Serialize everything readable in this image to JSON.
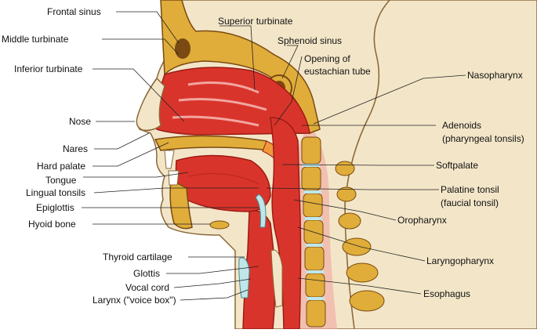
{
  "diagram": {
    "colors": {
      "skin": "#f3e6c8",
      "skin_edge": "#8a6a3a",
      "bone": "#e0ad3a",
      "bone_dark": "#7a4a12",
      "tissue": "#d9342b",
      "tissue_dark": "#9b1c16",
      "mucosa": "#f2a6a0",
      "cartilage": "#bfe7ea",
      "line": "#222222"
    },
    "labels": {
      "frontal_sinus": "Frontal sinus",
      "middle_turbinate": "Middle turbinate",
      "inferior_turbinate": "Inferior turbinate",
      "nose": "Nose",
      "nares": "Nares",
      "hard_palate": "Hard palate",
      "tongue": "Tongue",
      "lingual_tonsils": "Lingual tonsils",
      "epiglottis": "Epiglottis",
      "hyoid_bone": "Hyoid bone",
      "thyroid_cartilage": "Thyroid cartilage",
      "glottis": "Glottis",
      "vocal_cord": "Vocal cord",
      "larynx": "Larynx (\"voice box\")",
      "superior_turbinate": "Superior turbinate",
      "sphenoid_sinus": "Sphenoid sinus",
      "opening_line1": "Opening of",
      "opening_line2": "eustachian tube",
      "nasopharynx": "Nasopharynx",
      "adenoids_line1": "Adenoids",
      "adenoids_line2": "(pharyngeal tonsils)",
      "softpalate": "Softpalate",
      "palatine_line1": "Palatine tonsil",
      "palatine_line2": "(faucial tonsil)",
      "oropharynx": "Oropharynx",
      "laryngopharynx": "Laryngopharynx",
      "esophagus": "Esophagus"
    }
  }
}
